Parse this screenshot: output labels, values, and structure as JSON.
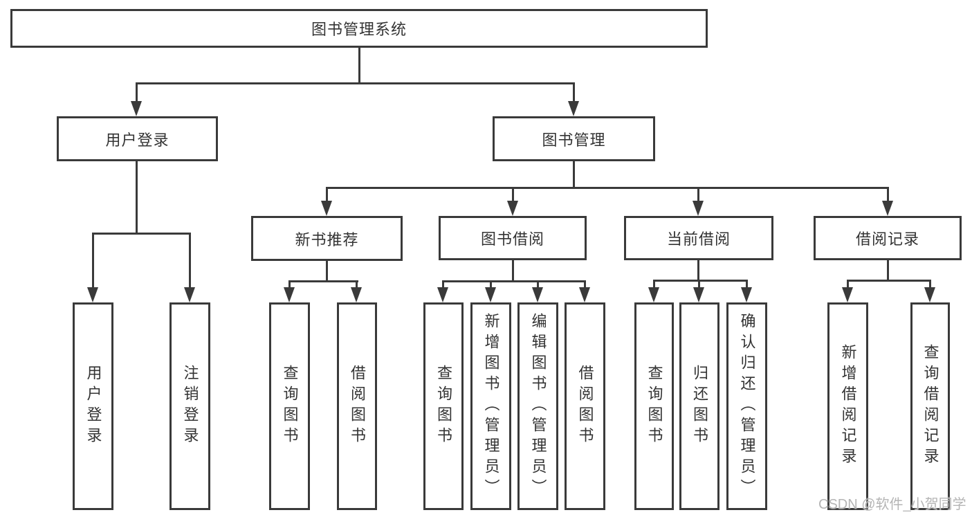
{
  "tree": {
    "root": "图书管理系统",
    "user": {
      "label": "用户登录",
      "children": [
        "用户登录",
        "注销登录"
      ]
    },
    "mgmt": {
      "label": "图书管理",
      "groups": [
        {
          "label": "新书推荐",
          "children": [
            "查询图书",
            "借阅图书"
          ]
        },
        {
          "label": "图书借阅",
          "children": [
            "查询图书",
            "新增图书（管理员）",
            "编辑图书（管理员）",
            "借阅图书"
          ]
        },
        {
          "label": "当前借阅",
          "children": [
            "查询图书",
            "归还图书",
            "确认归还（管理员）"
          ]
        },
        {
          "label": "借阅记录",
          "children": [
            "新增借阅记录",
            "查询借阅记录"
          ]
        }
      ]
    }
  },
  "watermark": {
    "text": "CSDN @软件_小贺同学",
    "color": "#b5b5b5"
  },
  "colors": {
    "line": "#3a3a3a",
    "border": "#3a3a3a",
    "text": "#333333",
    "background": "#ffffff"
  }
}
